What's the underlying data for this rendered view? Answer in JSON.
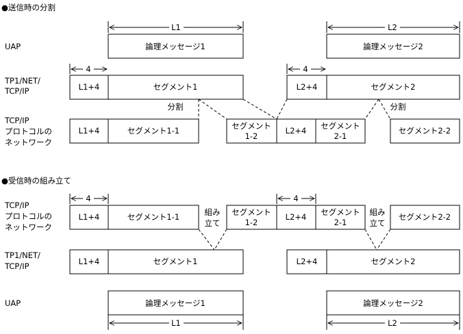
{
  "send": {
    "title": "●送信時の分割",
    "layer_uap": "UAP",
    "layer_tp1_line1": "TP1/NET/",
    "layer_tp1_line2": "TCP/IP",
    "layer_tcp_line1": "TCP/IP",
    "layer_tcp_line2": "プロトコルの",
    "layer_tcp_line3": "ネットワーク",
    "dim_l1": "L1",
    "dim_l2": "L2",
    "dim_4_a": "4",
    "dim_4_b": "4",
    "msg1": "論理メッセージ1",
    "msg2": "論理メッセージ2",
    "hdr1": "L1+4",
    "seg1": "セグメント1",
    "hdr2": "L2+4",
    "seg2": "セグメント2",
    "split_a": "分割",
    "split_b": "分割",
    "net_hdr1": "L1+4",
    "net_seg11": "セグメント1-1",
    "net_seg12_line1": "セグメント",
    "net_seg12_line2": "1-2",
    "net_hdr2": "L2+4",
    "net_seg21_line1": "セグメント",
    "net_seg21_line2": "2-1",
    "net_seg22": "セグメント2-2"
  },
  "recv": {
    "title": "●受信時の組み立て",
    "layer_tcp_line1": "TCP/IP",
    "layer_tcp_line2": "プロトコルの",
    "layer_tcp_line3": "ネットワーク",
    "layer_tp1_line1": "TP1/NET/",
    "layer_tp1_line2": "TCP/IP",
    "layer_uap": "UAP",
    "dim_4_a": "4",
    "dim_4_b": "4",
    "dim_l1": "L1",
    "dim_l2": "L2",
    "net_hdr1": "L1+4",
    "net_seg11": "セグメント1-1",
    "asm_a_line1": "組み",
    "asm_a_line2": "立て",
    "net_seg12_line1": "セグメント",
    "net_seg12_line2": "1-2",
    "net_hdr2": "L2+4",
    "net_seg21_line1": "セグメント",
    "net_seg21_line2": "2-1",
    "asm_b_line1": "組み",
    "asm_b_line2": "立て",
    "net_seg22": "セグメント2-2",
    "hdr1": "L1+4",
    "seg1": "セグメント1",
    "hdr2": "L2+4",
    "seg2": "セグメント2",
    "msg1": "論理メッセージ1",
    "msg2": "論理メッセージ2"
  }
}
